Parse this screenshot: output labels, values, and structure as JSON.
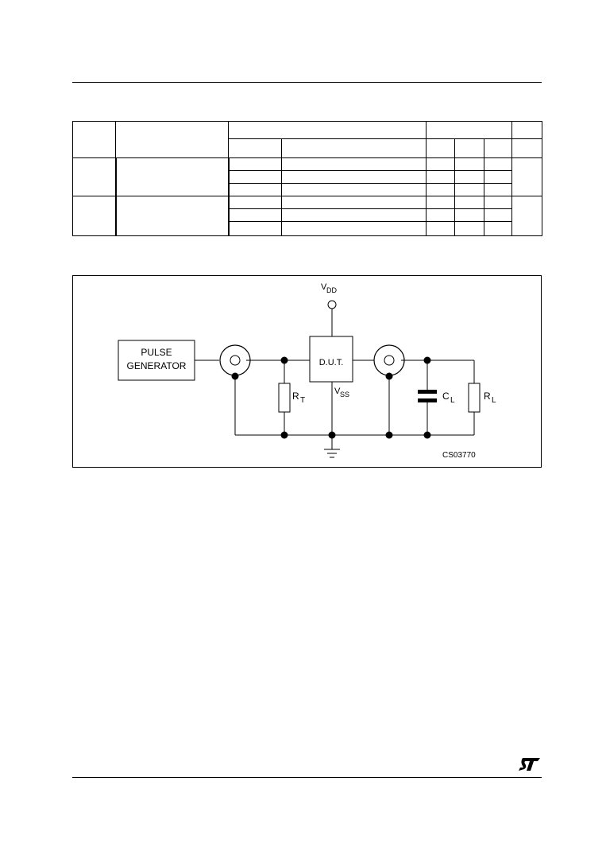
{
  "table": {
    "rows": 8,
    "note": ""
  },
  "circuit": {
    "vdd_main": "V",
    "vdd_sub": "DD",
    "vss_main": "V",
    "vss_sub": "SS",
    "pulse_line1": "PULSE",
    "pulse_line2": "GENERATOR",
    "dut": "D.U.T.",
    "rt_main": "R",
    "rt_sub": "T",
    "cl_main": "C",
    "cl_sub": "L",
    "rl_main": "R",
    "rl_sub": "L",
    "code": "CS03770"
  },
  "footer": {
    "logo": "ST"
  }
}
